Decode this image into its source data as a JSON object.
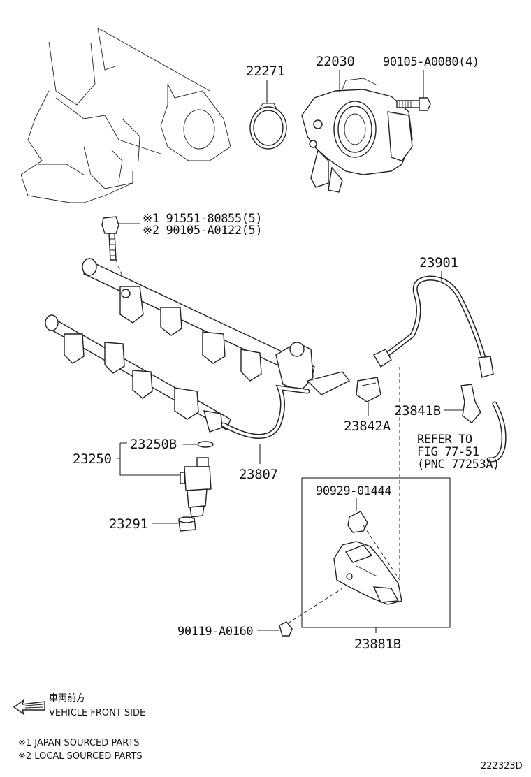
{
  "labels": {
    "p22271": "22271",
    "p22030": "22030",
    "p90105_a0080": "90105-A0080(4)",
    "bolt_note_1": "※1 91551-80855(5)",
    "bolt_note_2": "※2 90105-A0122(5)",
    "p23901": "23901",
    "p23841b": "23841B",
    "p23842a": "23842A",
    "refer_1": "REFER TO",
    "refer_2": "FIG 77-51",
    "refer_3": "(PNC 77253A)",
    "p23250b": "23250B",
    "p23250": "23250",
    "p23807": "23807",
    "p90929": "90929-01444",
    "p23291": "23291",
    "p90119": "90119-A0160",
    "p23881b": "23881B"
  },
  "legend": {
    "front_jp": "車両前方",
    "front_en": "VEHICLE FRONT SIDE",
    "note_1": "※1 JAPAN SOURCED PARTS",
    "note_2": "※2 LOCAL SOURCED PARTS"
  },
  "figure_id": "222323D"
}
